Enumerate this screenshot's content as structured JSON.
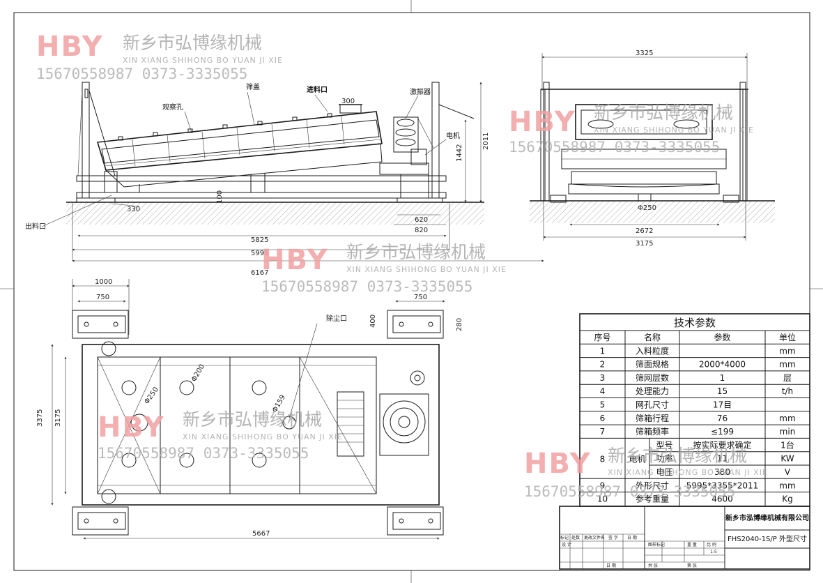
{
  "watermark": {
    "logo": "HBY",
    "company": "新乡市弘博缘机械",
    "pinyin": "XIN XIANG SHIHONG BO YUAN JI XIE",
    "phones": "15670558987   0373-3335055"
  },
  "labels": {
    "cover": "筛盖",
    "inlet": "进料口",
    "vibrator": "激振器",
    "window": "观察孔",
    "motor": "电机",
    "outlet": "出料口",
    "dust": "除尘口"
  },
  "dims": {
    "d300": "300",
    "d2011": "2011",
    "d1442": "1442",
    "d100": "100",
    "d330": "330",
    "d620": "620",
    "d820": "820",
    "d5825": "5825",
    "d5995": "5995",
    "d6167": "6167",
    "d3325": "3325",
    "d2672": "2672",
    "d3175r": "3175",
    "d250a": "Φ250",
    "d1000": "1000",
    "d750a": "750",
    "d750b": "750",
    "d400": "400",
    "d280": "280",
    "d3375": "3375",
    "d3175p": "3175",
    "d5667": "5667",
    "d250b": "Φ250",
    "d200": "Φ200",
    "d159": "Φ159"
  },
  "table": {
    "title": "技术参数",
    "headers": [
      "序号",
      "名称",
      "参数",
      "单位"
    ],
    "rows": [
      {
        "no": "1",
        "name": "入料粒度",
        "value": "",
        "unit": "mm"
      },
      {
        "no": "2",
        "name": "筛面规格",
        "value": "2000*4000",
        "unit": "mm"
      },
      {
        "no": "3",
        "name": "筛网层数",
        "value": "1",
        "unit": "层"
      },
      {
        "no": "4",
        "name": "处理能力",
        "value": "15",
        "unit": "t/h"
      },
      {
        "no": "5",
        "name": "网孔尺寸",
        "value": "17目",
        "unit": ""
      },
      {
        "no": "6",
        "name": "筛箱行程",
        "value": "76",
        "unit": "mm"
      },
      {
        "no": "7",
        "name": "筛箱频率",
        "value": "≤199",
        "unit": "min"
      }
    ],
    "motor": {
      "no": "8",
      "group": "电机",
      "subs": [
        {
          "name": "型号",
          "value": "按实际要求确定",
          "unit": "1台"
        },
        {
          "name": "功率",
          "value": "11",
          "unit": "KW"
        },
        {
          "name": "电压",
          "value": "380",
          "unit": "V"
        }
      ]
    },
    "tail": [
      {
        "no": "9",
        "name": "外形尺寸",
        "value": "5995*3355*2011",
        "unit": "mm"
      },
      {
        "no": "10",
        "name": "参考重量",
        "value": "4600",
        "unit": "Kg"
      }
    ]
  },
  "titleblock": {
    "company": "新乡市泓博缘机械有限公司",
    "drawing": "FHS2040-1S/P   外型尺寸",
    "scale": "1:5",
    "cells": {
      "mark": "标记",
      "count": "处数",
      "change": "更改文件名",
      "sign": "签 字",
      "date": "日 期",
      "design": "设 计",
      "stage": "图样标记",
      "weight": "重 量",
      "ratio": "比 例",
      "total": "共 张",
      "sheet": "第 张",
      "day": "日 期"
    }
  }
}
